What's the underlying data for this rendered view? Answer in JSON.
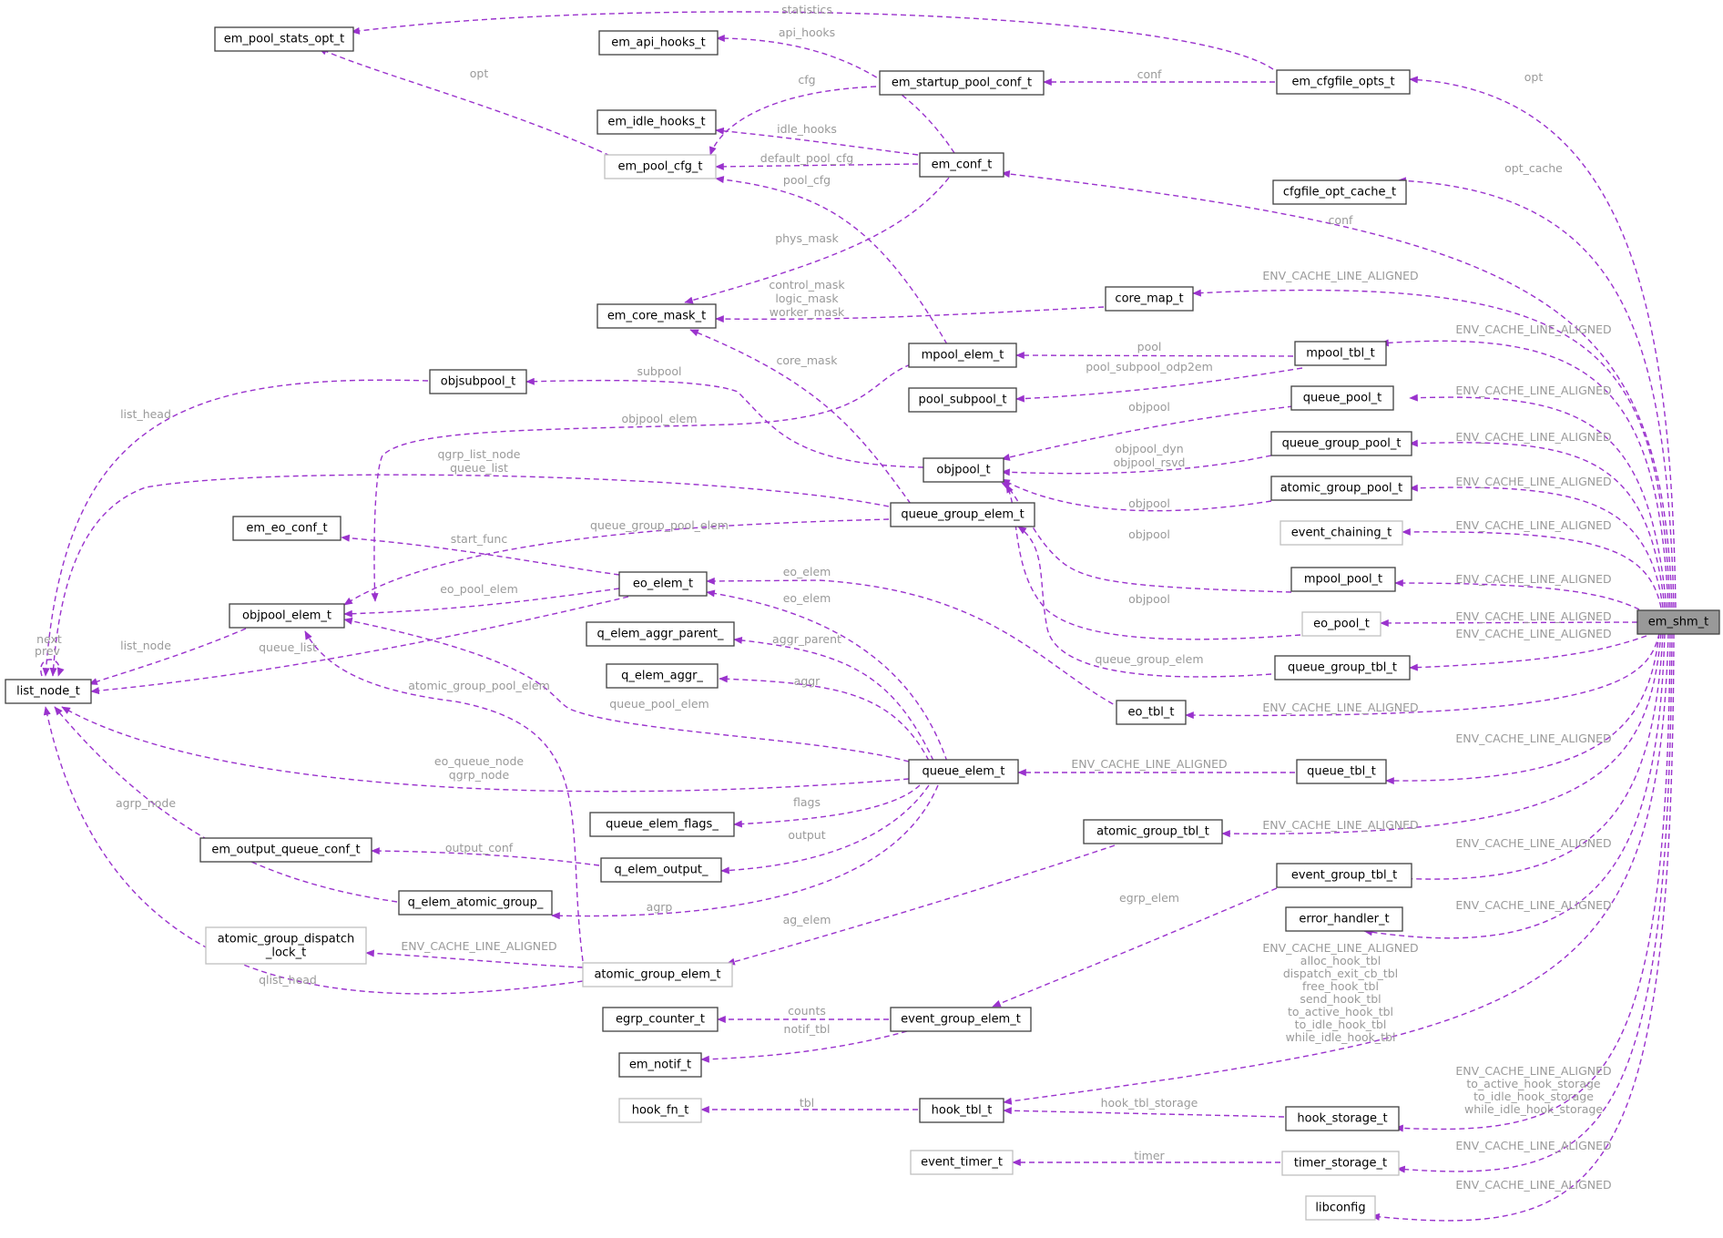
{
  "colors": {
    "edge": "#9a32cd",
    "edge_label": "#9a9a9a",
    "node_border": "#404040",
    "node_border_light": "#bfbfbf",
    "root_fill": "#999999"
  },
  "nodes": {
    "em_pool_stats_opt_t": "em_pool_stats_opt_t",
    "em_api_hooks_t": "em_api_hooks_t",
    "em_startup_pool_conf_t": "em_startup_pool_conf_t",
    "em_cfgfile_opts_t": "em_cfgfile_opts_t",
    "em_idle_hooks_t": "em_idle_hooks_t",
    "em_pool_cfg_t": "em_pool_cfg_t",
    "em_conf_t": "em_conf_t",
    "cfgfile_opt_cache_t": "cfgfile_opt_cache_t",
    "core_map_t": "core_map_t",
    "em_core_mask_t": "em_core_mask_t",
    "mpool_elem_t": "mpool_elem_t",
    "mpool_tbl_t": "mpool_tbl_t",
    "objsubpool_t": "objsubpool_t",
    "pool_subpool_t": "pool_subpool_t",
    "queue_pool_t": "queue_pool_t",
    "queue_group_pool_t": "queue_group_pool_t",
    "objpool_t": "objpool_t",
    "atomic_group_pool_t": "atomic_group_pool_t",
    "queue_group_elem_t": "queue_group_elem_t",
    "event_chaining_t": "event_chaining_t",
    "em_eo_conf_t": "em_eo_conf_t",
    "eo_elem_t": "eo_elem_t",
    "mpool_pool_t": "mpool_pool_t",
    "objpool_elem_t": "objpool_elem_t",
    "em_shm_t": "em_shm_t",
    "eo_pool_t": "eo_pool_t",
    "q_elem_aggr_parent_": "q_elem_aggr_parent_",
    "queue_group_tbl_t": "queue_group_tbl_t",
    "list_node_t": "list_node_t",
    "q_elem_aggr_": "q_elem_aggr_",
    "eo_tbl_t": "eo_tbl_t",
    "queue_elem_t": "queue_elem_t",
    "queue_tbl_t": "queue_tbl_t",
    "queue_elem_flags_": "queue_elem_flags_",
    "atomic_group_tbl_t": "atomic_group_tbl_t",
    "em_output_queue_conf_t": "em_output_queue_conf_t",
    "q_elem_output_": "q_elem_output_",
    "event_group_tbl_t": "event_group_tbl_t",
    "q_elem_atomic_group_": "q_elem_atomic_group_",
    "error_handler_t": "error_handler_t",
    "atomic_group_dispatch_lock_t_1": "atomic_group_dispatch",
    "atomic_group_dispatch_lock_t_2": "_lock_t",
    "atomic_group_elem_t": "atomic_group_elem_t",
    "egrp_counter_t": "egrp_counter_t",
    "event_group_elem_t": "event_group_elem_t",
    "em_notif_t": "em_notif_t",
    "hook_fn_t": "hook_fn_t",
    "hook_tbl_t": "hook_tbl_t",
    "hook_storage_t": "hook_storage_t",
    "event_timer_t": "event_timer_t",
    "timer_storage_t": "timer_storage_t",
    "libconfig": "libconfig"
  },
  "labels": {
    "statistics": "statistics",
    "api_hooks": "api_hooks",
    "opt_pool": "opt",
    "cfg": "cfg",
    "conf_startup": "conf",
    "opt_root": "opt",
    "idle_hooks": "idle_hooks",
    "default_pool_cfg": "default_pool_cfg",
    "pool_cfg": "pool_cfg",
    "opt_cache": "opt_cache",
    "conf_root": "conf",
    "phys_mask": "phys_mask",
    "control_mask": "control_mask",
    "logic_mask": "logic_mask",
    "worker_mask": "worker_mask",
    "ecla_core_map": "ENV_CACHE_LINE_ALIGNED",
    "ecla_mpool_tbl": "ENV_CACHE_LINE_ALIGNED",
    "core_mask": "core_mask",
    "pool": "pool",
    "pool_subpool_odp2em": "pool_subpool_odp2em",
    "subpool": "subpool",
    "list_head": "list_head",
    "ecla_queue_pool": "ENV_CACHE_LINE_ALIGNED",
    "objpool_qp": "objpool",
    "objpool_elem": "objpool_elem",
    "ecla_qg_pool": "ENV_CACHE_LINE_ALIGNED",
    "objpool_dyn": "objpool_dyn",
    "objpool_rsvd": "objpool_rsvd",
    "qgrp_list_node": "qgrp_list_node",
    "queue_list": "queue_list",
    "ecla_ag_pool": "ENV_CACHE_LINE_ALIGNED",
    "objpool_ag": "objpool",
    "queue_group_pool_elem": "queue_group_pool_elem",
    "objpool_mp": "objpool",
    "ecla_event_chaining": "ENV_CACHE_LINE_ALIGNED",
    "start_func": "start_func",
    "eo_elem_top": "eo_elem",
    "ecla_mpool_pool": "ENV_CACHE_LINE_ALIGNED",
    "eo_pool_elem": "eo_pool_elem",
    "eo_elem_mid": "eo_elem",
    "objpool_eo": "objpool",
    "ecla_eo_pool": "ENV_CACHE_LINE_ALIGNED",
    "next": "next",
    "prev": "prev",
    "list_node": "list_node",
    "queue_list_2": "queue_list",
    "aggr_parent": "aggr_parent",
    "ecla_qg_tbl": "ENV_CACHE_LINE_ALIGNED",
    "queue_group_elem": "queue_group_elem",
    "atomic_group_pool_elem": "atomic_group_pool_elem",
    "aggr": "aggr",
    "queue_pool_elem": "queue_pool_elem",
    "ecla_eo_tbl": "ENV_CACHE_LINE_ALIGNED",
    "ecla_queue_tbl_r": "ENV_CACHE_LINE_ALIGNED",
    "eo_queue_node": "eo_queue_node",
    "qgrp_node": "qgrp_node",
    "ecla_queue_tbl": "ENV_CACHE_LINE_ALIGNED",
    "agrp_node": "agrp_node",
    "flags": "flags",
    "ecla_ag_tbl": "ENV_CACHE_LINE_ALIGNED",
    "output_conf": "output_conf",
    "output": "output",
    "ecla_eg_tbl": "ENV_CACHE_LINE_ALIGNED",
    "agrp": "agrp",
    "egrp_elem": "egrp_elem",
    "ecla_err": "ENV_CACHE_LINE_ALIGNED",
    "ag_elem": "ag_elem",
    "ecla_dispatch_lock": "ENV_CACHE_LINE_ALIGNED",
    "qlist_head": "qlist_head",
    "hook_ecla": "ENV_CACHE_LINE_ALIGNED",
    "alloc_hook_tbl": "alloc_hook_tbl",
    "dispatch_exit_cb_tbl": "dispatch_exit_cb_tbl",
    "free_hook_tbl": "free_hook_tbl",
    "send_hook_tbl": "send_hook_tbl",
    "to_active_hook_tbl": "to_active_hook_tbl",
    "to_idle_hook_tbl": "to_idle_hook_tbl",
    "while_idle_hook_tbl": "while_idle_hook_tbl",
    "counts": "counts",
    "notif_tbl": "notif_tbl",
    "storage_ecla": "ENV_CACHE_LINE_ALIGNED",
    "to_active_hook_storage": "to_active_hook_storage",
    "to_idle_hook_storage": "to_idle_hook_storage",
    "while_idle_hook_storage": "while_idle_hook_storage",
    "tbl": "tbl",
    "hook_tbl_storage": "hook_tbl_storage",
    "ecla_timer": "ENV_CACHE_LINE_ALIGNED",
    "timer": "timer",
    "ecla_libconfig": "ENV_CACHE_LINE_ALIGNED"
  }
}
